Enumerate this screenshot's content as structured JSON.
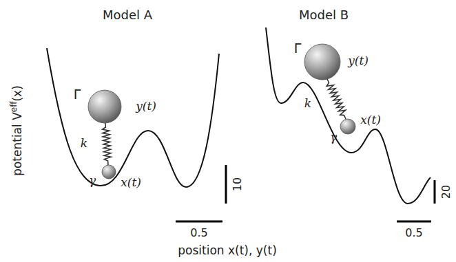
{
  "diagram": {
    "labels": [
      "Model A",
      "Model B",
      "Γ",
      "y(t)",
      "k",
      "γ",
      "x(t)",
      "10",
      "0.5",
      "Γ",
      "y(t)",
      "k",
      "γ",
      "x(t)",
      "20",
      "0.5",
      "potential V",
      "eff",
      "(x)",
      "position x(t), y(t)"
    ]
  }
}
